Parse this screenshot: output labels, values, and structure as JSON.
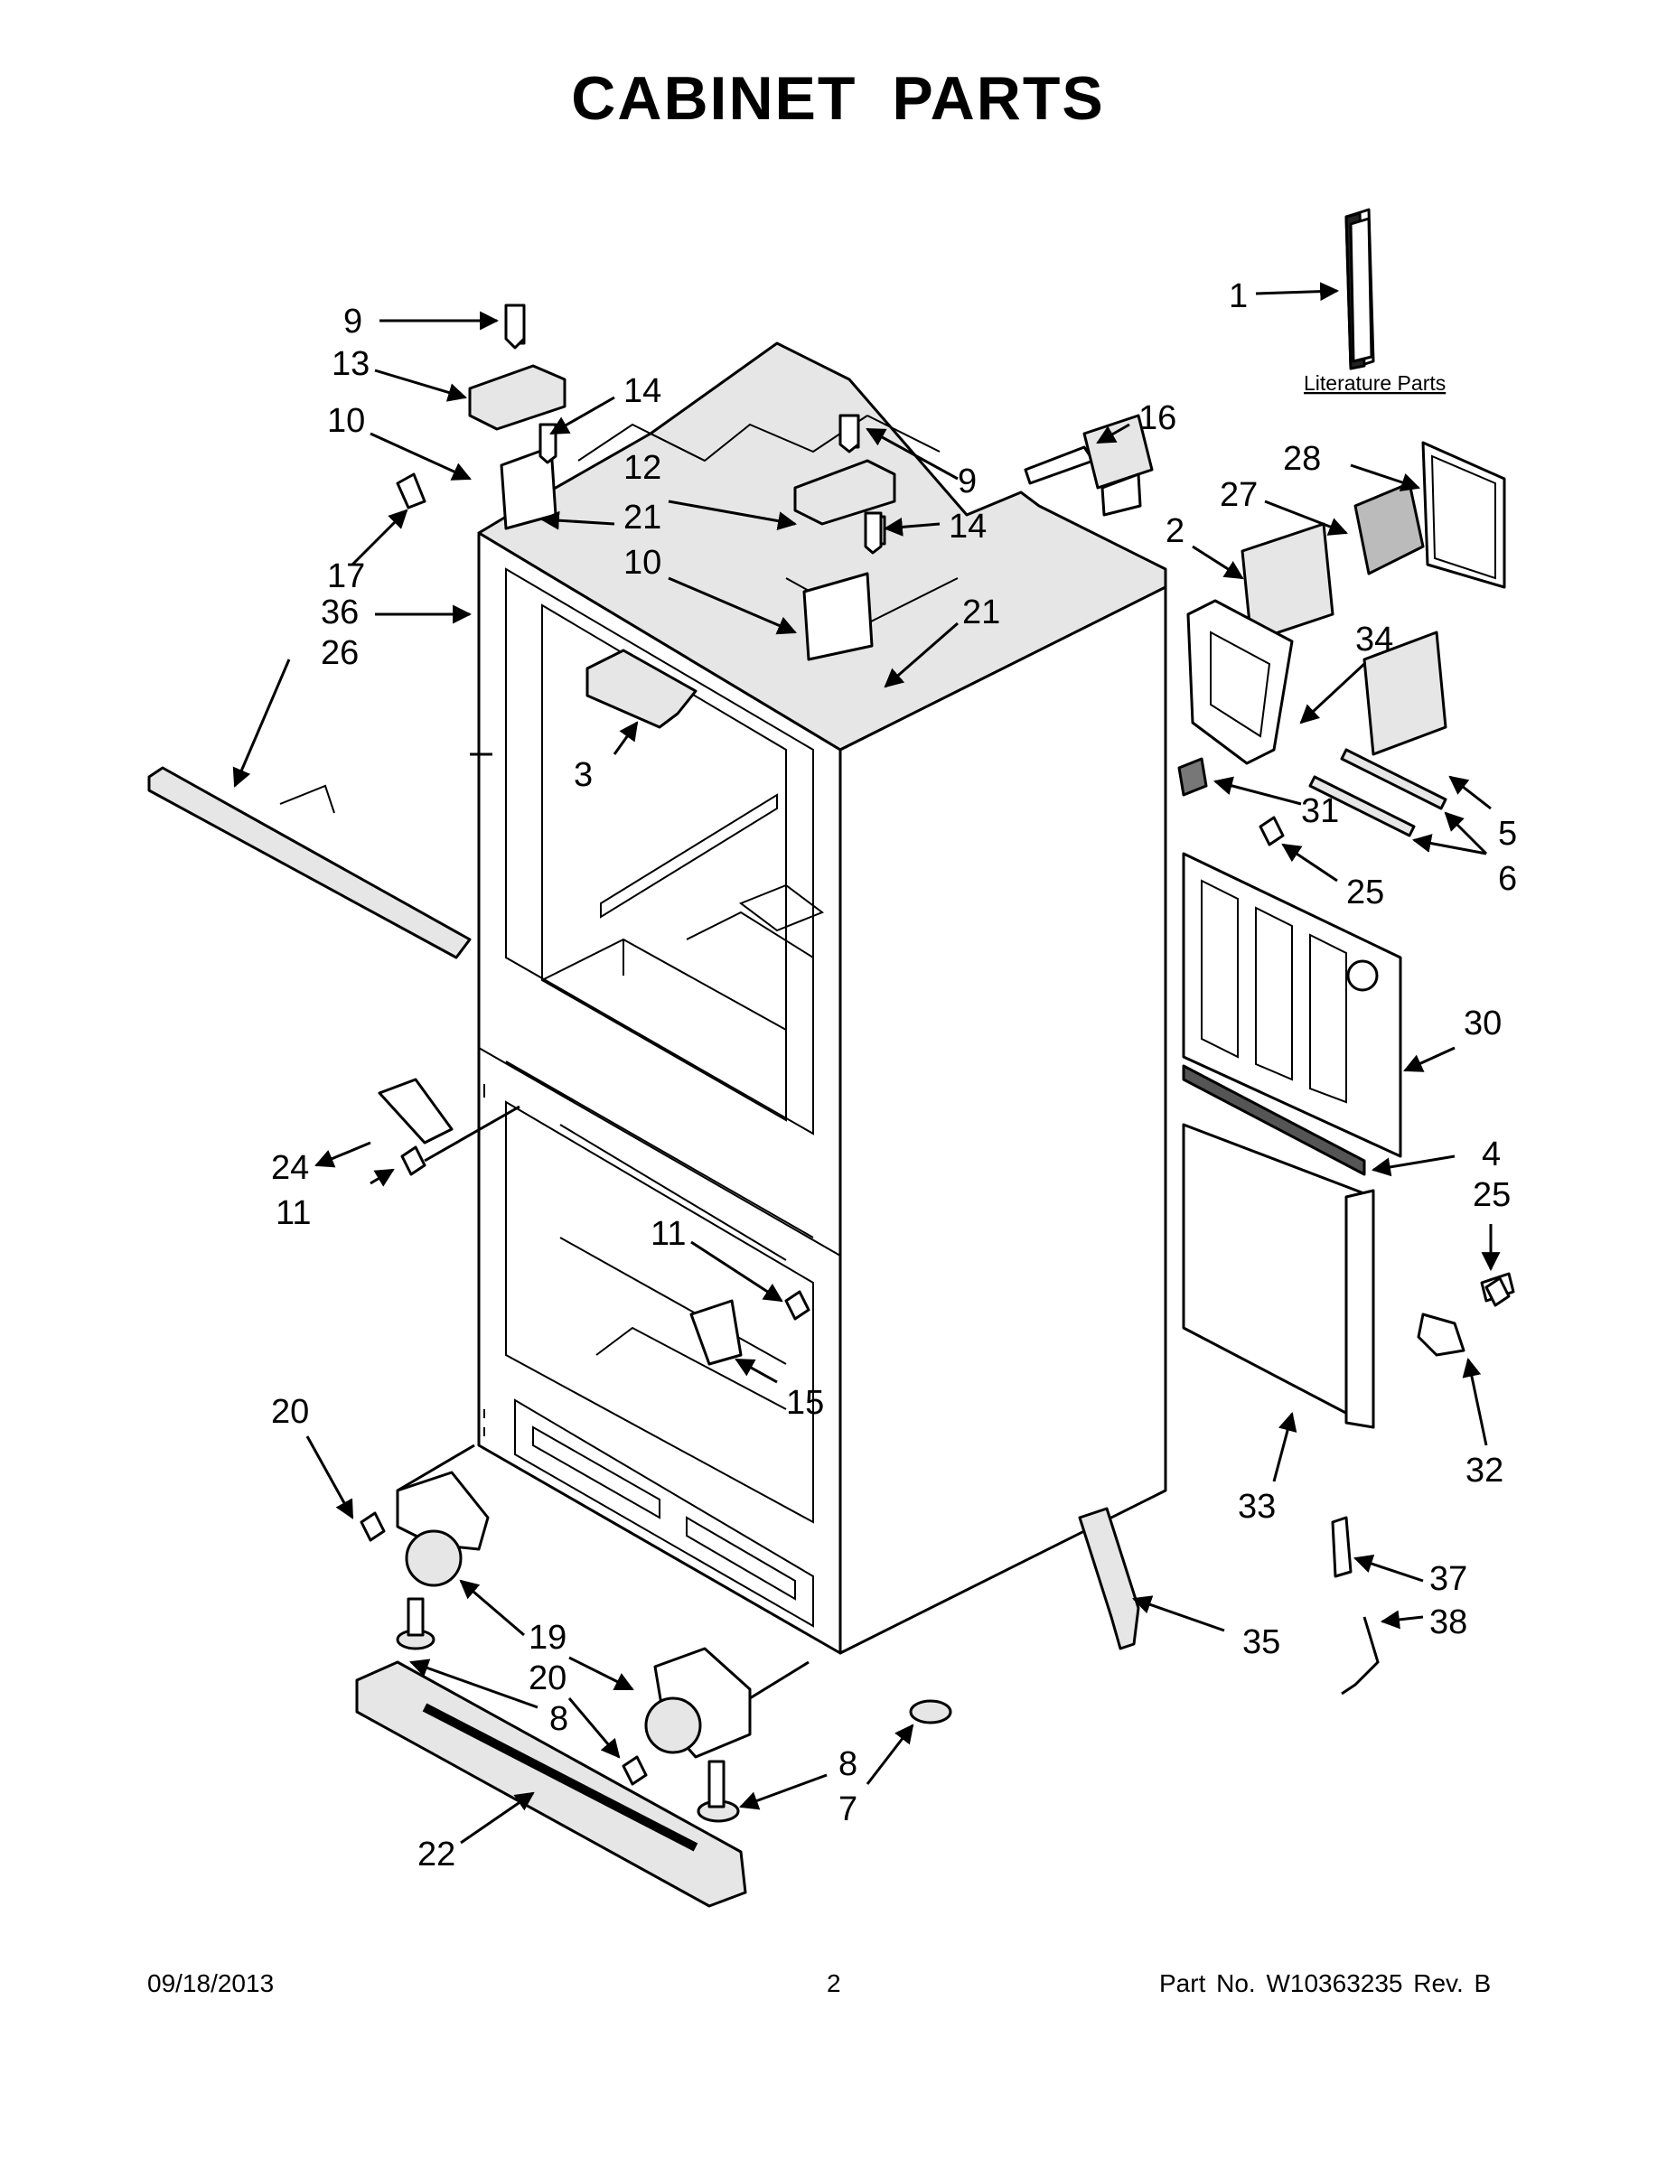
{
  "title": "CABINET PARTS",
  "literature_label": "Literature Parts",
  "footer": {
    "date": "09/18/2013",
    "page": "2",
    "part_no": "Part No.  W10363235  Rev.  B"
  },
  "callouts": [
    "1",
    "2",
    "3",
    "4",
    "5",
    "6",
    "7",
    "8",
    "9",
    "10",
    "11",
    "12",
    "13",
    "14",
    "15",
    "16",
    "17",
    "19",
    "20",
    "21",
    "22",
    "24",
    "25",
    "26",
    "27",
    "28",
    "30",
    "31",
    "32",
    "33",
    "34",
    "35",
    "36",
    "37",
    "38"
  ]
}
